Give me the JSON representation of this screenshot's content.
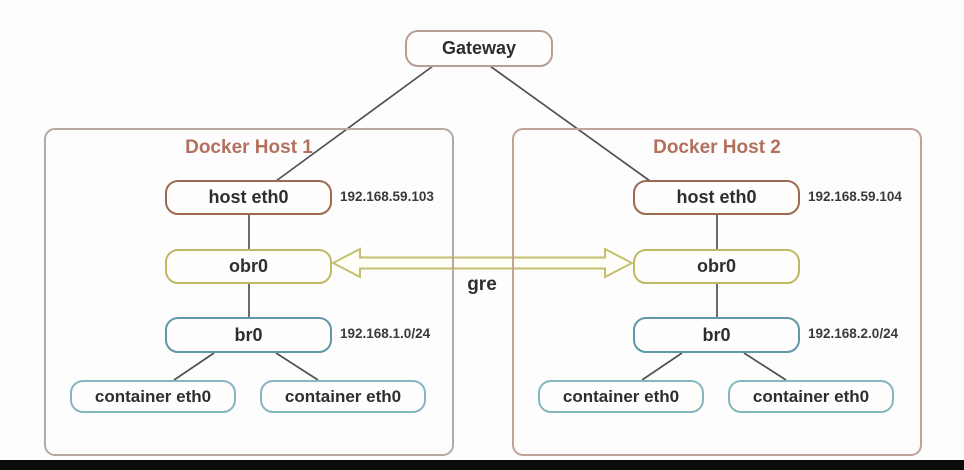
{
  "gateway": {
    "label": "Gateway"
  },
  "gre_label": "gre",
  "hosts": [
    {
      "title": "Docker Host 1",
      "host_if": "host eth0",
      "host_ip": "192.168.59.103",
      "overlay_bridge": "obr0",
      "bridge": "br0",
      "bridge_subnet": "192.168.1.0/24",
      "containers": [
        "container eth0",
        "container eth0"
      ]
    },
    {
      "title": "Docker Host 2",
      "host_if": "host eth0",
      "host_ip": "192.168.59.104",
      "overlay_bridge": "obr0",
      "bridge": "br0",
      "bridge_subnet": "192.168.2.0/24",
      "containers": [
        "container eth0",
        "container eth0"
      ]
    }
  ],
  "colors": {
    "host_if_border": "#9c6a50",
    "gateway_border": "#b79e92",
    "overlay_bridge_border": "#bfb963",
    "bridge_border": "#5f98a6",
    "container_border": "#85b7c0",
    "host1_panel_border": "#b5a9a2",
    "host2_panel_border": "#c2a199",
    "host_title_text": "#b3705e",
    "gre_arrow_outline": "#c5bf6e",
    "connector_line": "#515155",
    "bottom_bar": "#0b0b0b"
  }
}
